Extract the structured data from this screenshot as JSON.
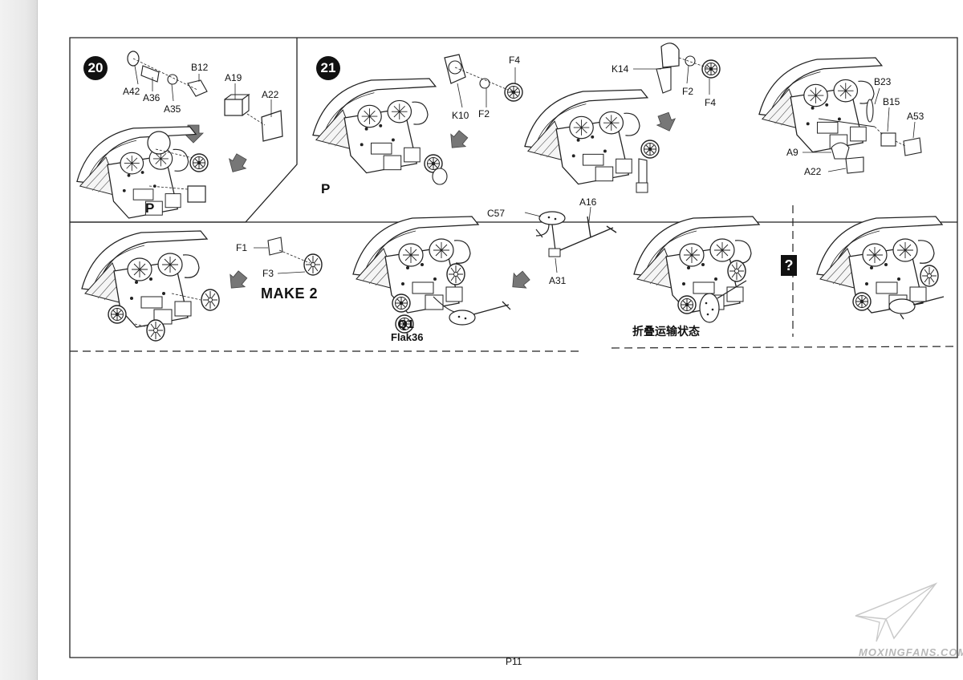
{
  "step20": {
    "number": "20",
    "labels": {
      "a42": "A42",
      "a36": "A36",
      "a35": "A35",
      "b12": "B12",
      "a19": "A19",
      "a22": "A22"
    },
    "assembly_code": "P"
  },
  "step21": {
    "number": "21",
    "assembly_code": "P",
    "labels": {
      "k10": "K10",
      "f2a": "F2",
      "f4a": "F4",
      "k14": "K14",
      "f2b": "F2",
      "f4b": "F4",
      "b23": "B23",
      "b15": "B15",
      "a53": "A53",
      "a9": "A9",
      "a22": "A22"
    }
  },
  "row2": {
    "labels": {
      "f1": "F1",
      "f3": "F3",
      "c57": "C57",
      "a16": "A16",
      "a31": "A31"
    },
    "make_note": "MAKE 2",
    "variant_code": "Q1",
    "variant_name": "Flak36",
    "transport_caption": "折叠运输状态",
    "unknown_marker": "?"
  },
  "footer": {
    "page_number": "P11",
    "watermark": "MOXINGFANS.COM"
  }
}
